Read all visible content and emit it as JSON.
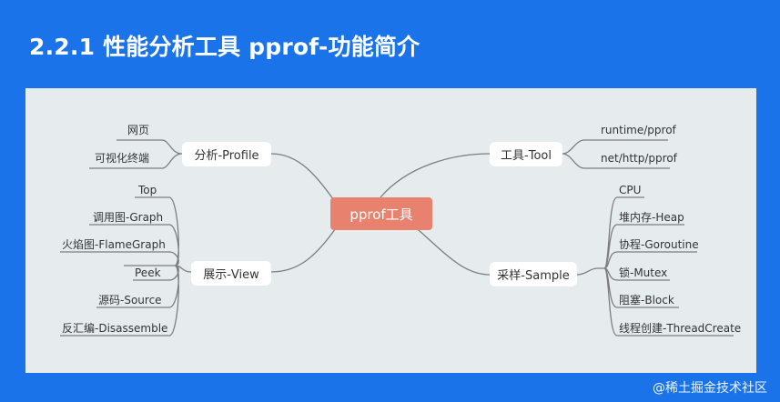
{
  "slide": {
    "title": "2.2.1 性能分析工具 pprof-功能简介"
  },
  "mindmap": {
    "center": "pprof工具",
    "branches": {
      "profile": {
        "label": "分析-Profile",
        "leaves": [
          "网页",
          "可视化终端"
        ]
      },
      "view": {
        "label": "展示-View",
        "leaves": [
          "Top",
          "调用图-Graph",
          "火焰图-FlameGraph",
          "Peek",
          "源码-Source",
          "反汇编-Disassemble"
        ]
      },
      "tool": {
        "label": "工具-Tool",
        "leaves": [
          "runtime/pprof",
          "net/http/pprof"
        ]
      },
      "sample": {
        "label": "采样-Sample",
        "leaves": [
          "CPU",
          "堆内存-Heap",
          "协程-Goroutine",
          "锁-Mutex",
          "阻塞-Block",
          "线程创建-ThreadCreate"
        ]
      }
    },
    "colors": {
      "center_fill": "#e8826f",
      "node_fill": "#ffffff",
      "line": "#7d7d7d",
      "panel_bg": "#e6ecee",
      "page_bg": "#1a73e8"
    }
  },
  "watermark": "@稀土掘金技术社区"
}
